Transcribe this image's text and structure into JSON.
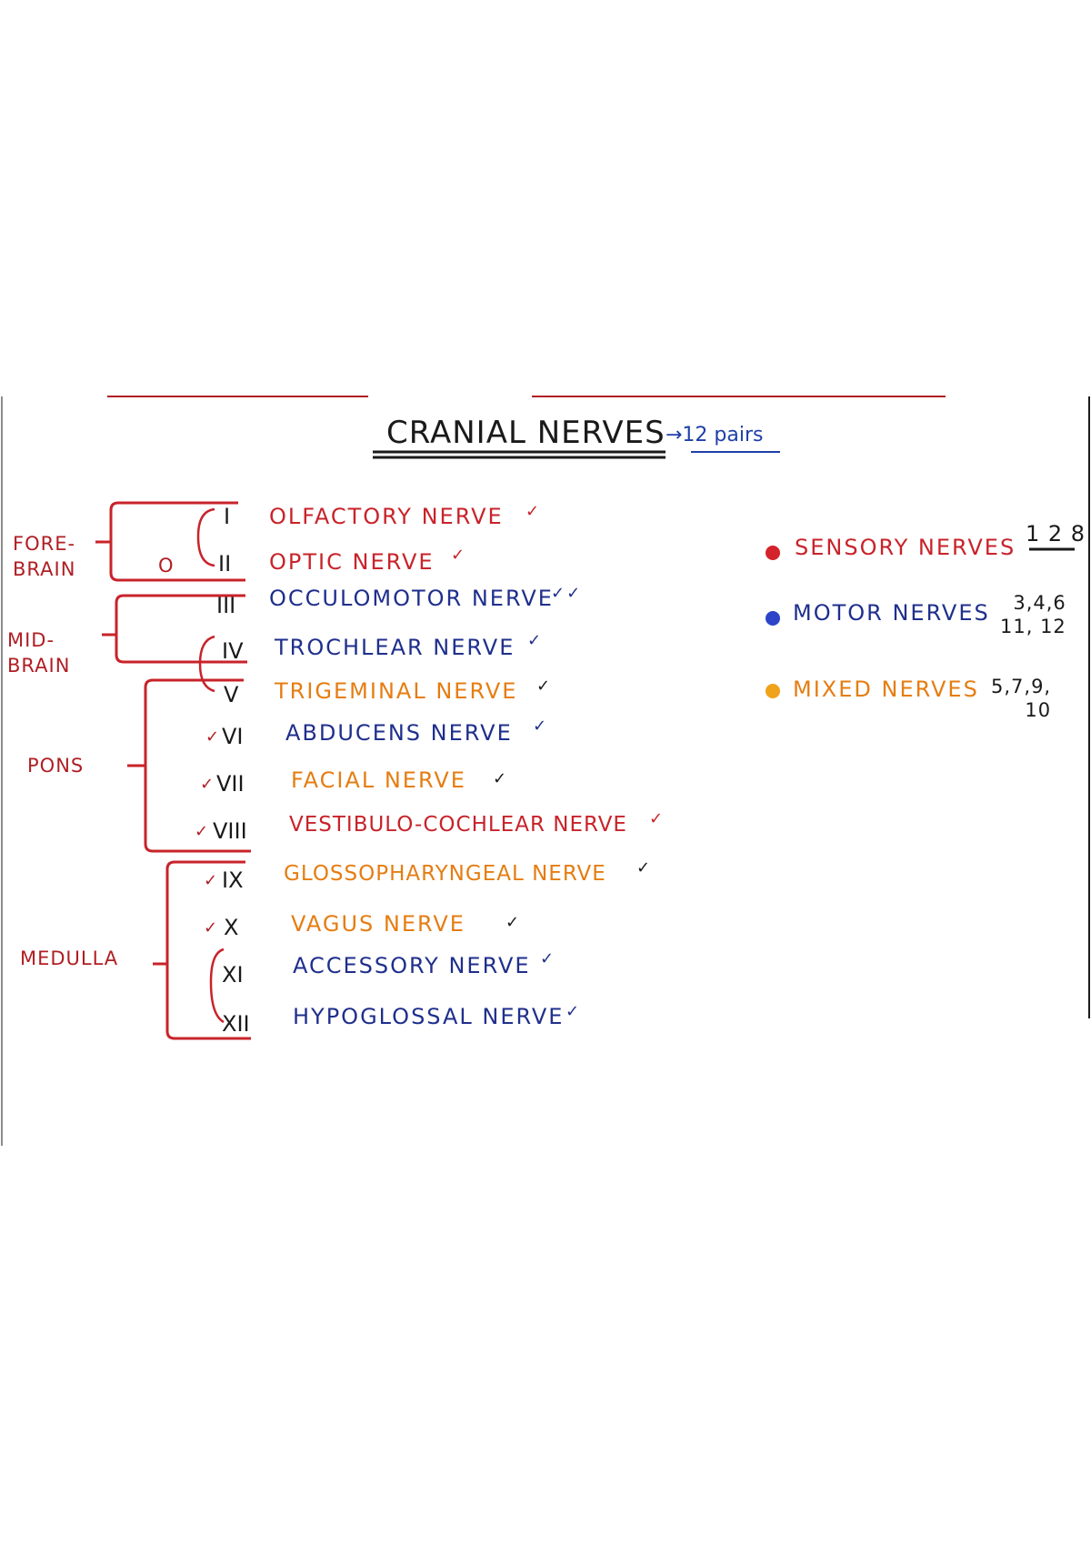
{
  "title": "CRANIAL NERVES",
  "subtitle": "→12 pairs",
  "regions": {
    "forebrain": "FORE-\nBRAIN",
    "midbrain": "MID-\nBRAIN",
    "pons": "PONS",
    "medulla": "MEDULLA",
    "o_mark": "O"
  },
  "nerves": [
    {
      "numeral": "I",
      "name": "OLFACTORY NERVE",
      "check": "✓",
      "type": "sensory",
      "color": "#c8232a"
    },
    {
      "numeral": "II",
      "name": "OPTIC NERVE",
      "check": "✓",
      "type": "sensory",
      "color": "#c8232a"
    },
    {
      "numeral": "III",
      "name": "OCCULOMOTOR NERVE",
      "check": "✓✓",
      "type": "motor",
      "color": "#1f2f8c"
    },
    {
      "numeral": "IV",
      "name": "TROCHLEAR NERVE",
      "check": "✓",
      "type": "motor",
      "color": "#1f2f8c"
    },
    {
      "numeral": "V",
      "name": "TRIGEMINAL NERVE",
      "check": "✓",
      "type": "mixed",
      "color": "#e57d12"
    },
    {
      "numeral": "VI",
      "name": "ABDUCENS NERVE",
      "check": "✓",
      "type": "motor",
      "color": "#1f2f8c"
    },
    {
      "numeral": "VII",
      "name": "FACIAL NERVE",
      "check": "✓",
      "type": "mixed",
      "color": "#e57d12"
    },
    {
      "numeral": "VIII",
      "name": "VESTIBULO-COCHLEAR NERVE",
      "check": "✓",
      "type": "sensory",
      "color": "#c8232a"
    },
    {
      "numeral": "IX",
      "name": "GLOSSOPHARYNGEAL NERVE",
      "check": "✓",
      "type": "mixed",
      "color": "#e57d12"
    },
    {
      "numeral": "X",
      "name": "VAGUS NERVE",
      "check": "✓",
      "type": "mixed",
      "color": "#e57d12"
    },
    {
      "numeral": "XI",
      "name": "ACCESSORY NERVE",
      "check": "✓",
      "type": "motor",
      "color": "#1f2f8c"
    },
    {
      "numeral": "XII",
      "name": "HYPOGLOSSAL NERVE",
      "check": "✓",
      "type": "motor",
      "color": "#1f2f8c"
    }
  ],
  "legend": [
    {
      "label": "SENSORY NERVES",
      "numbers": "1 2 8",
      "color": "#d4232a"
    },
    {
      "label": "MOTOR NERVES",
      "numbers": "3,4,6\n11, 12",
      "color": "#2d44c8"
    },
    {
      "label": "MIXED NERVES",
      "numbers": "5,7,9,\n10",
      "color": "#f0a21a"
    }
  ],
  "colors": {
    "bracket": "#c8232a",
    "rule": "#b01e24",
    "ink": "#1a1a1a"
  }
}
